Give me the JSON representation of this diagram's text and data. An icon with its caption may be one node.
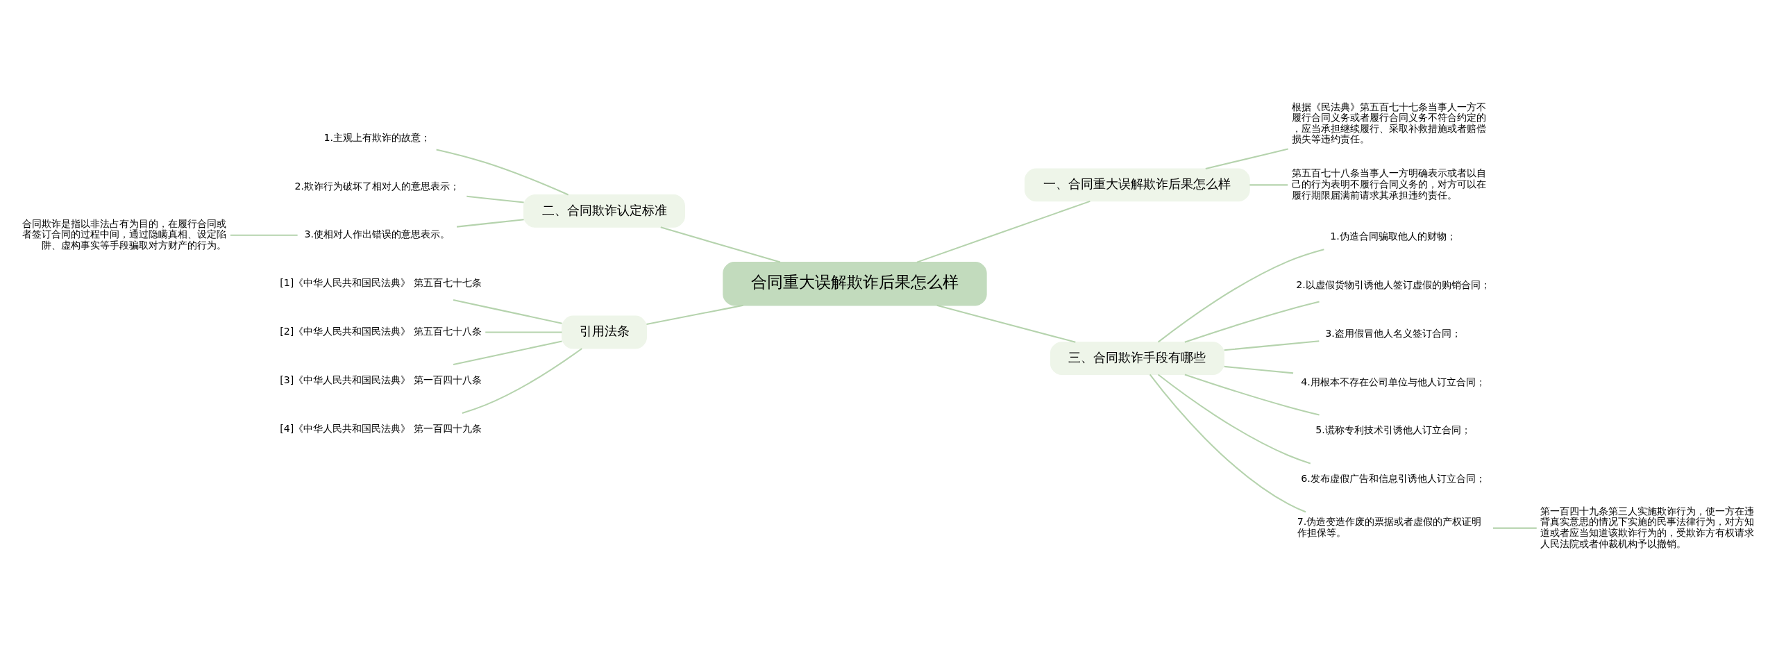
{
  "diagram": {
    "nodes": [
      {
        "text": [
          "合同重大误解欺诈后果怎么样"
        ]
      },
      {
        "text": [
          "一、合同重大误解欺诈后果怎么样"
        ]
      },
      {
        "text": [
          "根据《民法典》第五百七十七条当事人一方不履行合同义务或者履行合同义务不符合约定的，应当承担继续履行、采取补救措施或者赔偿损失等违约责任。"
        ]
      },
      {
        "text": [
          "第五百七十八条当事人一方明确表示或者以自己的行为表明不履行合同义务的，对方可以在履行期限届满前请求其承担违约责任。"
        ]
      },
      {
        "text": [
          "二、合同欺诈认定标准"
        ]
      },
      {
        "text": [
          "1.主观上有欺诈的故意；"
        ]
      },
      {
        "text": [
          "2.欺诈行为破坏了相对人的意思表示；"
        ]
      },
      {
        "text": [
          "3.使相对人作出错误的意思表示。"
        ]
      },
      {
        "text": [
          "合同欺诈是指以非法占有为目的，在履行合同或者签订合同的过程中间，通过隐瞒真相、设定陷阱、虚构事实等手段骗取对方财产的行为。"
        ]
      },
      {
        "text": [
          "三、合同欺诈手段有哪些"
        ]
      },
      {
        "text": [
          "1.伪造合同骗取他人的财物；"
        ]
      },
      {
        "text": [
          "2.以虚假货物引诱他人签订虚假的购销合同；"
        ]
      },
      {
        "text": [
          "3.盗用假冒他人名义签订合同；"
        ]
      },
      {
        "text": [
          "4.用根本不存在公司单位与他人订立合同；"
        ]
      },
      {
        "text": [
          "5.谎称专利技术引诱他人订立合同；"
        ]
      },
      {
        "text": [
          "6.发布虚假广告和信息引诱他人订立合同；"
        ]
      },
      {
        "text": [
          "7.伪造变造作废的票据或者虚假的产权证明作担保等。"
        ]
      },
      {
        "text": [
          "第一百四十九条第三人实施欺诈行为，使一方在违背真实意思的情况下实施的民事法律行为，对方知道或者应当知道该欺诈行为的，受欺诈方有权请求人民法院或者仲裁机构予以撤销。"
        ]
      },
      {
        "text": [
          "引用法条"
        ]
      },
      {
        "text": [
          "[1]《中华人民共和国民法典》 第五百七十七条"
        ]
      },
      {
        "text": [
          "[2]《中华人民共和国民法典》 第五百七十八条"
        ]
      },
      {
        "text": [
          "[3]《中华人民共和国民法典》 第一百四十八条"
        ]
      },
      {
        "text": [
          "[4]《中华人民共和国民法典》 第一百四十九条"
        ]
      }
    ],
    "edges": [
      {
        "from": 0,
        "to": 1,
        "arrow": "none"
      },
      {
        "from": 1,
        "to": 2,
        "arrow": "none"
      },
      {
        "from": 1,
        "to": 3,
        "arrow": "none"
      },
      {
        "from": 0,
        "to": 4,
        "arrow": "none"
      },
      {
        "from": 4,
        "to": 5,
        "arrow": "none"
      },
      {
        "from": 4,
        "to": 6,
        "arrow": "none"
      },
      {
        "from": 4,
        "to": 7,
        "arrow": "none"
      },
      {
        "from": 7,
        "to": 8,
        "arrow": "none"
      },
      {
        "from": 0,
        "to": 9,
        "arrow": "none"
      },
      {
        "from": 9,
        "to": 10,
        "arrow": "none"
      },
      {
        "from": 9,
        "to": 11,
        "arrow": "none"
      },
      {
        "from": 9,
        "to": 12,
        "arrow": "none"
      },
      {
        "from": 9,
        "to": 13,
        "arrow": "none"
      },
      {
        "from": 9,
        "to": 14,
        "arrow": "none"
      },
      {
        "from": 9,
        "to": 15,
        "arrow": "none"
      },
      {
        "from": 9,
        "to": 16,
        "arrow": "none"
      },
      {
        "from": 16,
        "to": 17,
        "arrow": "none"
      },
      {
        "from": 0,
        "to": 18,
        "arrow": "none"
      },
      {
        "from": 18,
        "to": 19,
        "arrow": "none"
      },
      {
        "from": 18,
        "to": 20,
        "arrow": "none"
      },
      {
        "from": 18,
        "to": 21,
        "arrow": "none"
      },
      {
        "from": 18,
        "to": 22,
        "arrow": "none"
      }
    ]
  }
}
